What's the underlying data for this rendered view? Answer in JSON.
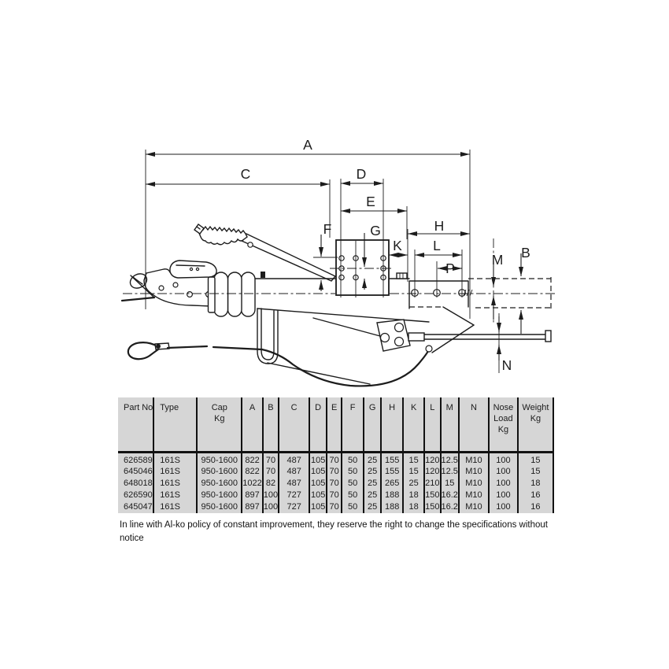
{
  "diagram": {
    "labels": {
      "A": "A",
      "B": "B",
      "C": "C",
      "D": "D",
      "E": "E",
      "F": "F",
      "G": "G",
      "H": "H",
      "K": "K",
      "L": "L",
      "M": "M",
      "N": "N",
      "P": "P"
    }
  },
  "table": {
    "headers": [
      [
        "Part No"
      ],
      [
        "Type"
      ],
      [
        "Cap",
        "Kg"
      ],
      [
        "A"
      ],
      [
        "B"
      ],
      [
        "C"
      ],
      [
        "D"
      ],
      [
        "E"
      ],
      [
        "F"
      ],
      [
        "G"
      ],
      [
        "H"
      ],
      [
        "K"
      ],
      [
        "L"
      ],
      [
        "M"
      ],
      [
        "N"
      ],
      [
        "Nose",
        "Load",
        "Kg"
      ],
      [
        "Weight",
        "Kg"
      ]
    ],
    "rows": [
      [
        "626589",
        "161S",
        "950-1600",
        "822",
        "70",
        "487",
        "105",
        "70",
        "50",
        "25",
        "155",
        "15",
        "120",
        "12.5",
        "M10",
        "100",
        "15"
      ],
      [
        "645046",
        "161S",
        "950-1600",
        "822",
        "70",
        "487",
        "105",
        "70",
        "50",
        "25",
        "155",
        "15",
        "120",
        "12.5",
        "M10",
        "100",
        "15"
      ],
      [
        "648018",
        "161S",
        "950-1600",
        "1022",
        "82",
        "487",
        "105",
        "70",
        "50",
        "25",
        "265",
        "25",
        "210",
        "15",
        "M10",
        "100",
        "18"
      ],
      [
        "626590",
        "161S",
        "950-1600",
        "897",
        "100",
        "727",
        "105",
        "70",
        "50",
        "25",
        "188",
        "18",
        "150",
        "16.2",
        "M10",
        "100",
        "16"
      ],
      [
        "645047",
        "161S",
        "950-1600",
        "897",
        "100",
        "727",
        "105",
        "70",
        "50",
        "25",
        "188",
        "18",
        "150",
        "16.2",
        "M10",
        "100",
        "16"
      ]
    ]
  },
  "footer": {
    "note": "In line with Al-ko policy of constant improvement, they reserve the right to change the specifications without notice"
  },
  "colors": {
    "table_bg": "#d6d6d6",
    "line": "#1c1c1c"
  }
}
